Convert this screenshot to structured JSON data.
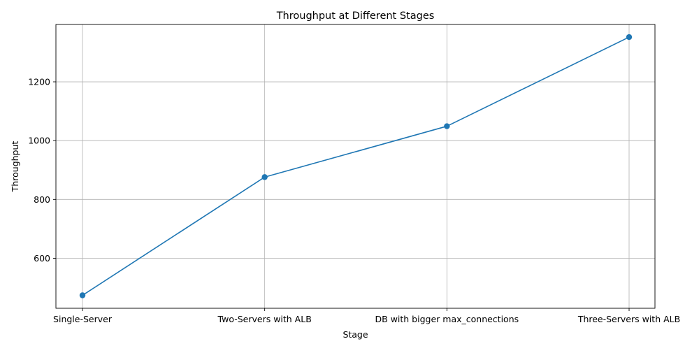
{
  "chart_data": {
    "type": "line",
    "title": "Throughput at Different Stages",
    "xlabel": "Stage",
    "ylabel": "Throughput",
    "categories": [
      "Single-Server",
      "Two-Servers with ALB",
      "DB with bigger max_connections",
      "Three-Servers with ALB"
    ],
    "series": [
      {
        "values": [
          474,
          876,
          1049,
          1352
        ],
        "color": "#1f77b4",
        "marker": "circle"
      }
    ],
    "ylim": [
      430,
      1395
    ],
    "yticks": [
      600,
      800,
      1000,
      1200
    ],
    "grid": true
  }
}
